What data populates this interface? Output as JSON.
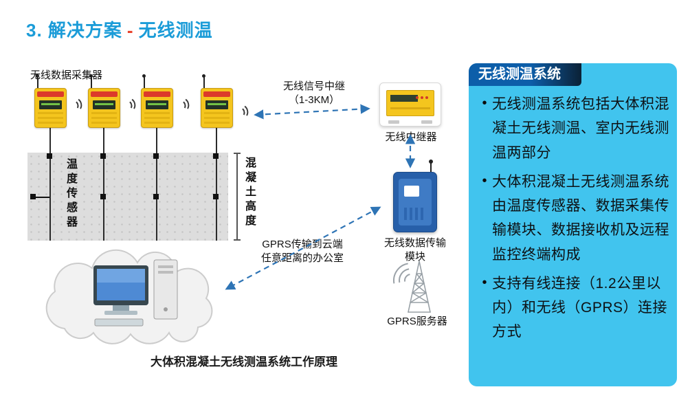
{
  "title": {
    "part1": "3. 解决方案",
    "dash": "-",
    "part2": "无线测温"
  },
  "diagram": {
    "collectors_label": "无线数据采集器",
    "temperature_sensor_label": "温度传感器",
    "concrete_height_label": "混凝土高度",
    "relay_link_label": "无线信号中继\n（1-3KM）",
    "repeater_label": "无线中继器",
    "transmission_module_label": "无线数据传输\n模块",
    "gprs_link_label": "GPRS传输到云端\n任意距离的办公室",
    "gprs_server_label": "GPRS服务器",
    "caption": "大体积混凝土无线测温系统工作原理"
  },
  "panel": {
    "header": "无线测温系统",
    "bullet_marker": "•",
    "bullets": [
      "无线测温系统包括大体积混凝土无线测温、室内无线测温两部分",
      "大体积混凝土无线测温系统由温度传感器、数据采集传输模块、数据接收机及远程监控终端构成",
      "支持有线连接（1.2公里以内）和无线（GPRS）连接方式"
    ]
  },
  "colors": {
    "title_blue": "#1B9CD8",
    "title_dash_red": "#E8432C",
    "panel_cyan": "#41C4EE",
    "panel_header_blue": "#0D5EA9",
    "device_yellow": "#F4C51E",
    "device_red_stripe": "#DC3A2A",
    "module_blue": "#275FA9",
    "arrow_blue": "#2E74B5",
    "concrete_gray": "#DDDDDD"
  }
}
